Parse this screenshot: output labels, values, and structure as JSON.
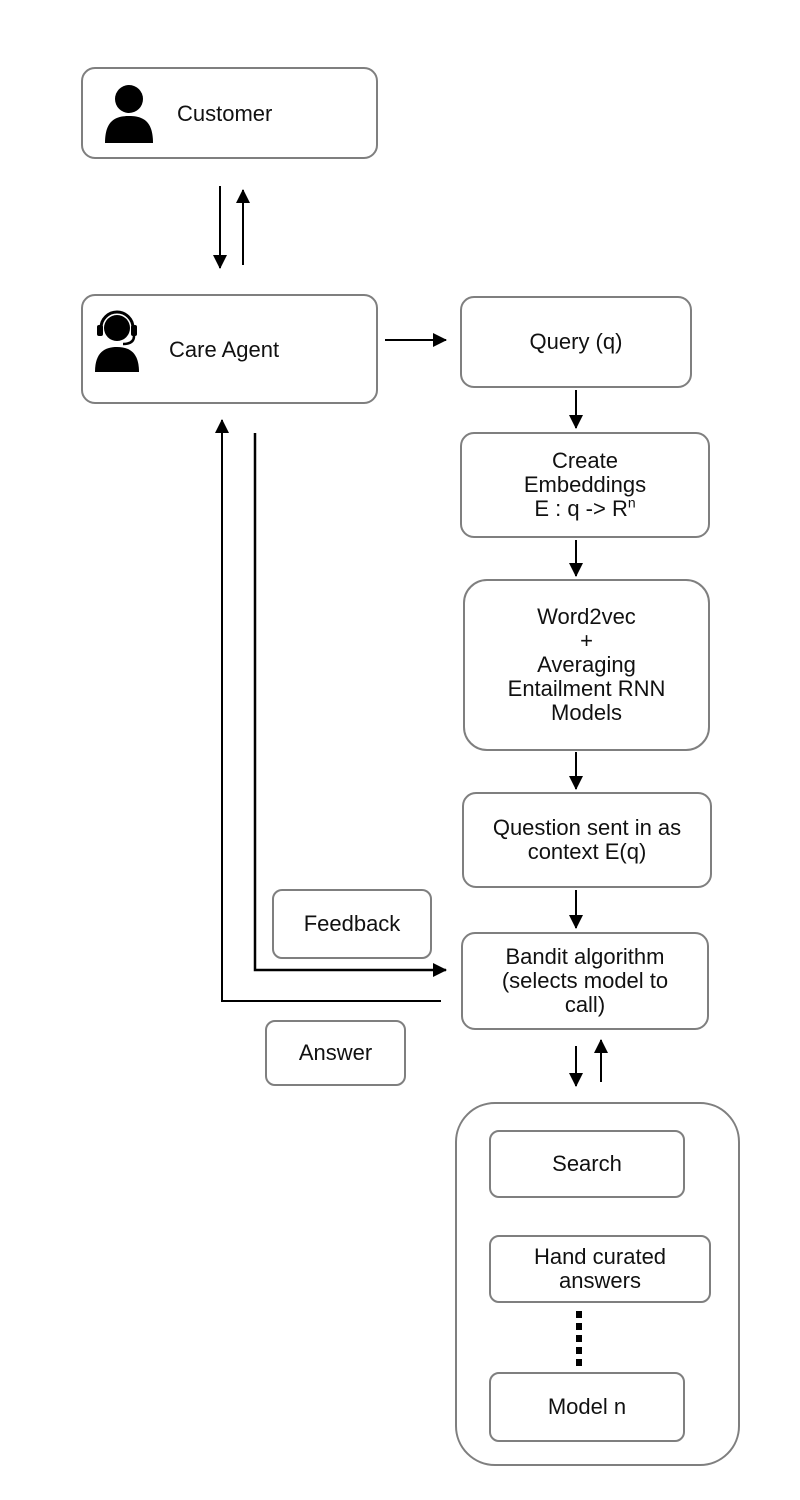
{
  "customer": {
    "label": "Customer",
    "icon": "person-icon"
  },
  "care_agent": {
    "label": "Care Agent",
    "icon": "headset-agent-icon"
  },
  "pipeline": {
    "query": "Query (q)",
    "embeddings_line1": "Create",
    "embeddings_line2": "Embeddings",
    "embeddings_line3_prefix": "E : q -> R",
    "embeddings_line3_sup": "n",
    "models": "Word2vec\n+\nAveraging\nEntailment RNN\nModels",
    "question": "Question sent in as\ncontext E(q)",
    "bandit": "Bandit algorithm\n(selects model to\ncall)"
  },
  "labels": {
    "feedback": "Feedback",
    "answer": "Answer"
  },
  "model_pool": {
    "items": [
      "Search",
      "Hand curated\nanswers",
      "Model n"
    ],
    "ellipsis_icon": "vertical-dots-icon"
  },
  "colors": {
    "border": "#7f7f7f",
    "arrow": "#000000",
    "icon": "#000000"
  }
}
